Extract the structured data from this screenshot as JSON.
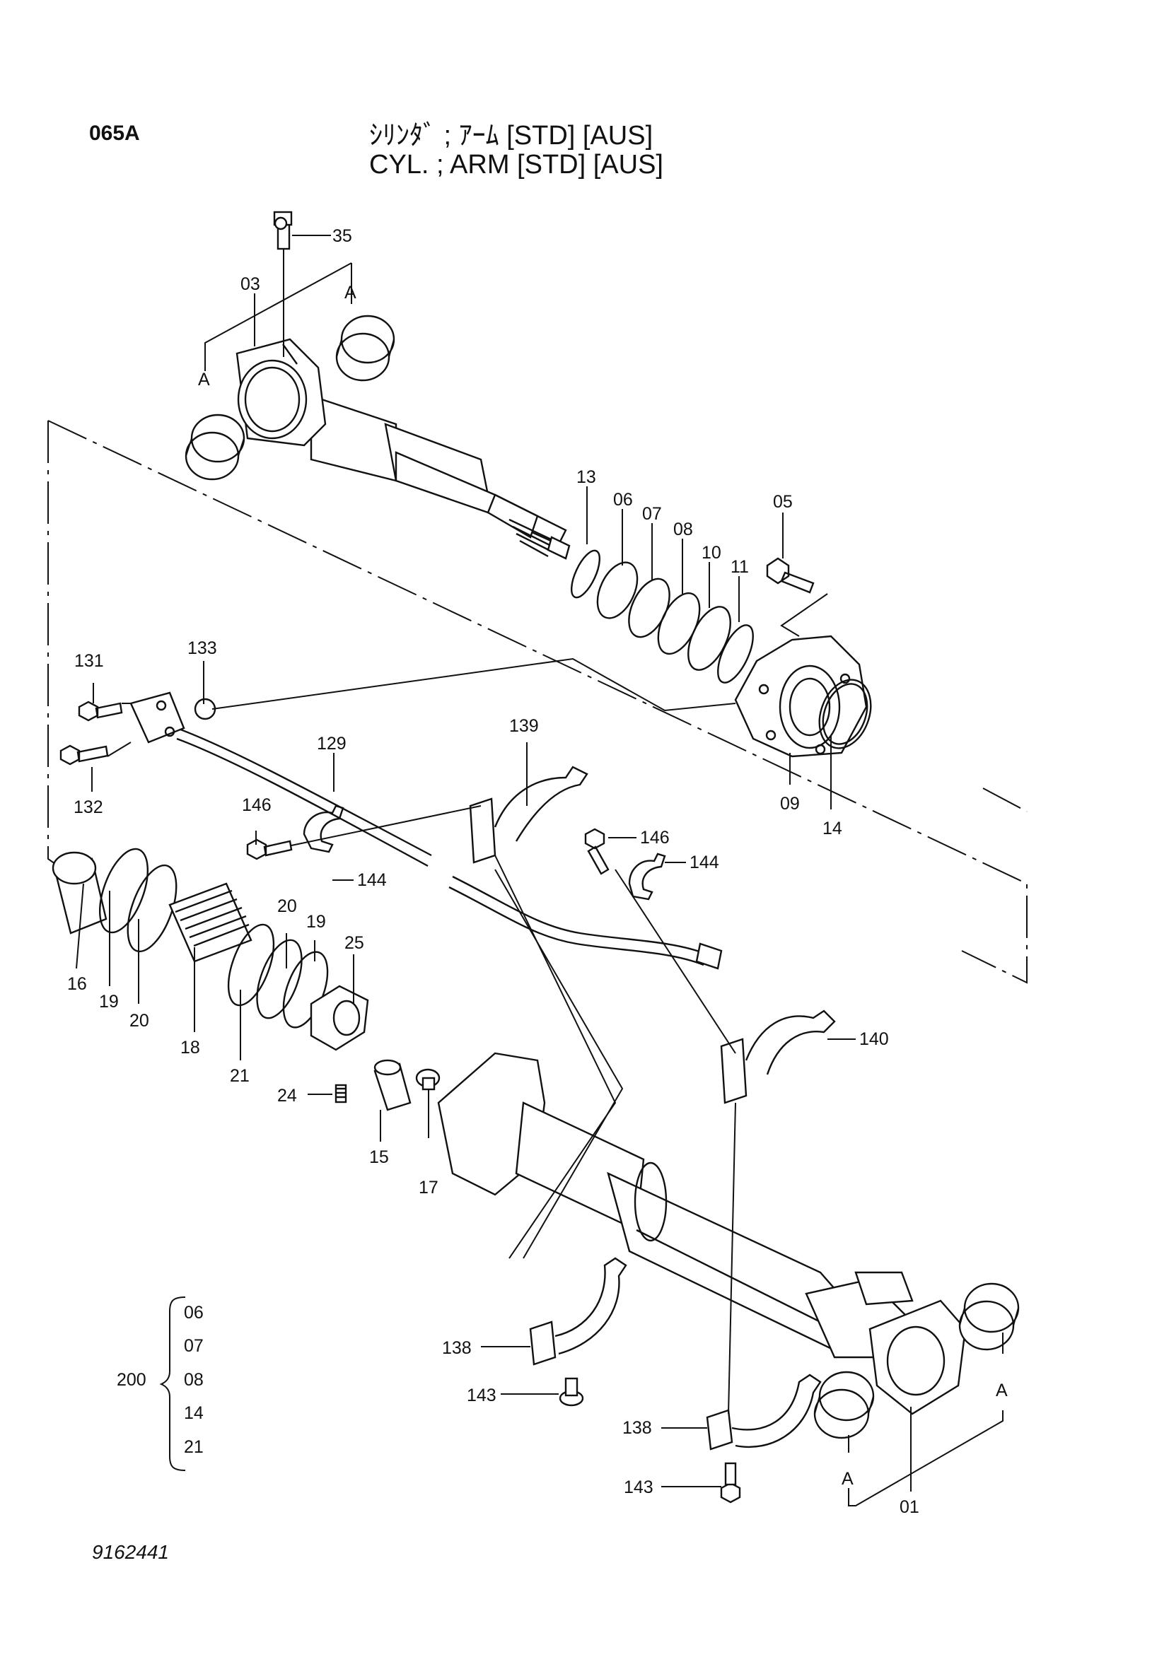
{
  "header": {
    "code": "065A",
    "title_jp": "ｼﾘﾝﾀﾞ ; ｱｰﾑ [STD] [AUS]",
    "title_en": "CYL. ; ARM [STD] [AUS]"
  },
  "footer": {
    "sheet_number": "9162441"
  },
  "callouts": {
    "c01": "01",
    "c03": "03",
    "c05": "05",
    "c06": "06",
    "c07": "07",
    "c08": "08",
    "c09": "09",
    "c10": "10",
    "c11": "11",
    "c13": "13",
    "c14": "14",
    "c15": "15",
    "c16": "16",
    "c17": "17",
    "c18": "18",
    "c19a": "19",
    "c19b": "19",
    "c20a": "20",
    "c20b": "20",
    "c21": "21",
    "c24": "24",
    "c25": "25",
    "c35": "35",
    "c129": "129",
    "c131": "131",
    "c132": "132",
    "c133": "133",
    "c138a": "138",
    "c138b": "138",
    "c139": "139",
    "c140": "140",
    "c143a": "143",
    "c143b": "143",
    "c144a": "144",
    "c144b": "144",
    "c146a": "146",
    "c146b": "146",
    "a1": "A",
    "a2": "A",
    "a3": "A",
    "a4": "A"
  },
  "kit": {
    "number": "200",
    "items": [
      "06",
      "07",
      "08",
      "14",
      "21"
    ]
  }
}
